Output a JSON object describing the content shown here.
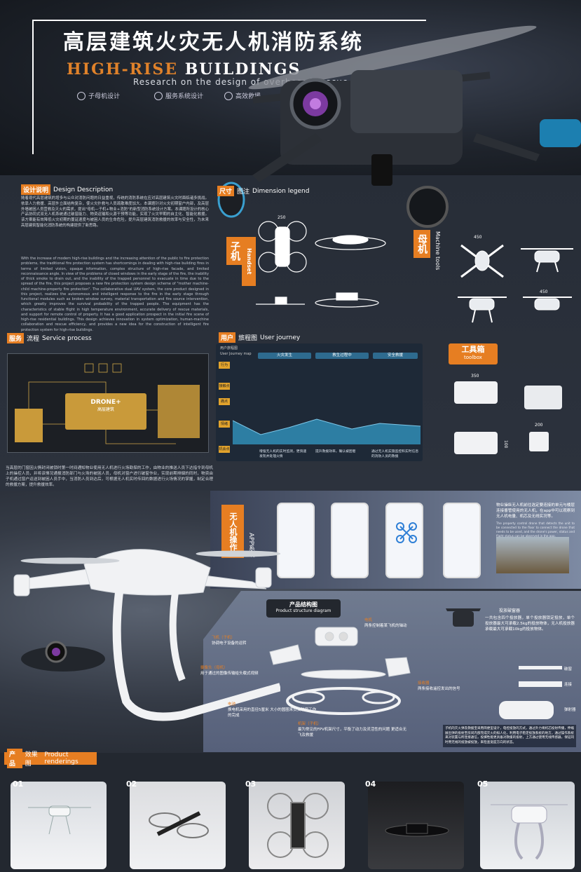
{
  "title": {
    "cn": "高层建筑火灾无人机消防系统",
    "en_part1": "HIGH-RISE",
    "en_part2": "BUILDINGS",
    "subtitle": "Research on the design of overboard rescue",
    "features": [
      {
        "icon": "drone-icon",
        "label": "子母机设计"
      },
      {
        "icon": "service-icon",
        "label": "服务系统设计"
      },
      {
        "icon": "rescue-icon",
        "label": "高效救援"
      }
    ]
  },
  "design_description": {
    "tag": "设计说明",
    "en": "Design Description",
    "cn_text": "随着现代高层建筑的增多与公众对消防问题的日益重视，传统的消防系统在应对高层建筑火灾时面临诸多挑战。依靠人力救援、高层外立面结构复杂，使火灾扑救与人员疏散难度加大。本课题针对火灾初期窗户内部，及高层外墙被困人员营救及灭火的需求，提出\"母机—子机+物业+消防\"的新型消防系统设计方案。本课题所设计的核心产品协同式双无人机系统通过破窗能力、物资运输和火源干预等功能，实现了火灾早期的自主化、智能化救援。该方案能有效降低火灾初期的蔓延速度与被困人员的生命危险，提升高层建筑消防救援的效率与安全性，为未来高层建筑智能化消防系统的构建提供了新思路。",
    "en_text": "With the increase of modern high-rise buildings and the increasing attention of the public to fire protection problems, the traditional fire protection system has shortcomings in dealing with high-rise building fires in terms of limited vision, opaque information, complex structure of high-rise facade, and limited reconnaissance angle. In view of the problems of closed windows in the early stage of the fire, the inability of thick smoke to drain out, and the inability of the trapped personnel to evacuate in time due to the spread of the fire, this project proposes a new fire protection system design scheme of \"mother machine-child machine-property fire protection\". The collaborative dual UAV system, the core product designed in this project, realizes the autonomous and intelligent response to the fire in the early stage through functional modules such as broken window survey, material transportation and fire source intervention, which greatly improves the survival probability of the trapped people. The equipment has the characteristics of stable flight in high temperature environment, accurate delivery of rescue materials, and support for remote control of property. It has a good application prospect in the initial fire scene of high-rise residential buildings. This design achieves innovation in system optimization, human-machine collaboration and rescue efficiency, and provides a new idea for the construction of intelligent fire protection system for high-rise buildings."
  },
  "dimension": {
    "tag": "尺寸",
    "label": "图注",
    "en": "Dimension legend",
    "handset_cn": "子机",
    "handset_en": "Handset",
    "mother_cn": "母机",
    "mother_en": "Machine tools",
    "dims": [
      "250",
      "450",
      "450"
    ]
  },
  "service": {
    "tag": "服务",
    "label": "流程",
    "en": "Service process",
    "center_title": "DRONE+",
    "center_sub": "高层建筑",
    "desc": "当高层的门窗因火情封闭被锁时第一时间通知物业使用无人机进行火场勘探的工作，由物业的推送人员下达指令到母机上的操控人员，并将该情况通报消防部门与火场的被困人员，母机对窗户进行破窗作业，实现前期排烟的同时，物资由子机通过窗户运送到被困人员手中，当消防人员到达后，可根据无人机实时传回的数据进行火场情况的掌握，制定合理的救援方案，提升救援效率。"
  },
  "journey": {
    "tag": "用户",
    "label": "旅程图",
    "en": "User journey",
    "inner_title": "用户旅程图",
    "inner_sub": "User Journey map",
    "stages": [
      "火灾发生",
      "救生过程中",
      "安全救援"
    ],
    "rows": [
      "行为",
      "接触点",
      "痛点",
      "情绪",
      "机会点"
    ],
    "opportunities": [
      "增强无人机的实时监测，更快速发现并处理火情",
      "提升救援效率，确认被困者",
      "通过无人机实施监控和实时信息的消防人员的救援"
    ]
  },
  "toolbox": {
    "cn": "工具箱",
    "en": "toolbox",
    "dims": [
      "350",
      "200",
      "100"
    ]
  },
  "app": {
    "title_cn": "无人机操作",
    "title_en": "APP系统",
    "desc": "物业操纵无人机前往选定要连接的单元与楼层连接番管使用的无人机，在app中可以观察到无人机电量、机芯及无线实况等。",
    "sub_desc": "The property control drone that detects the unit to be connected to the floor to connect the drone that needs to be used, and the drone's power, status and flight status can be observed in the app."
  },
  "structure": {
    "title_cn": "产品结构图",
    "title_en": "Product structure diagram",
    "labels": [
      {
        "name": "飞机（子机）",
        "text": "协调电子设备的运转"
      },
      {
        "name": "摄像头（母机）",
        "text": "用于通过的图像传输给头载式视频"
      },
      {
        "name": "电池",
        "text": "换电机采用的直径5厘米\n大小的圆圈来负责破窗工作的完成"
      },
      {
        "name": "机架（子机）",
        "text": "最为常见的FPV机架尺寸，平衡了动力及灵活性的问题\n更适合无飞及救援"
      },
      {
        "name": "电机",
        "text": "两条控制着某飞机的轴动"
      },
      {
        "name": "接收器",
        "text": "两条接收遥控发出的信号"
      }
    ],
    "release": {
      "title": "投放破窗器",
      "text": "一共包含四个投放器，单个投放器锁定投放，单个投放器最大可承载2.5kg的投放物体，无人机投放器承载最大可承载10kg的投放物体。"
    },
    "parts": [
      "破窗",
      "连接",
      "弹射器"
    ],
    "note": "子机的灭火弹及救援宝采用简便型设计，电控投放的方式，通过外力将机芯投射传播，伸缩展出弹的投射至房间内部完成灭火的拟人化，利用电子稳定投放系统的地方，通过操作系统来对装置与所连接通信，投掷性能更具备对救援的投射，上方通过使用无线传感器，保证同时用无线的投放被投放，来检查宽度方向的状态。"
  },
  "renderings": {
    "tag": "产品",
    "label": "效果图",
    "en": "Product renderings",
    "items": [
      "01",
      "02",
      "03",
      "04",
      "05"
    ]
  }
}
